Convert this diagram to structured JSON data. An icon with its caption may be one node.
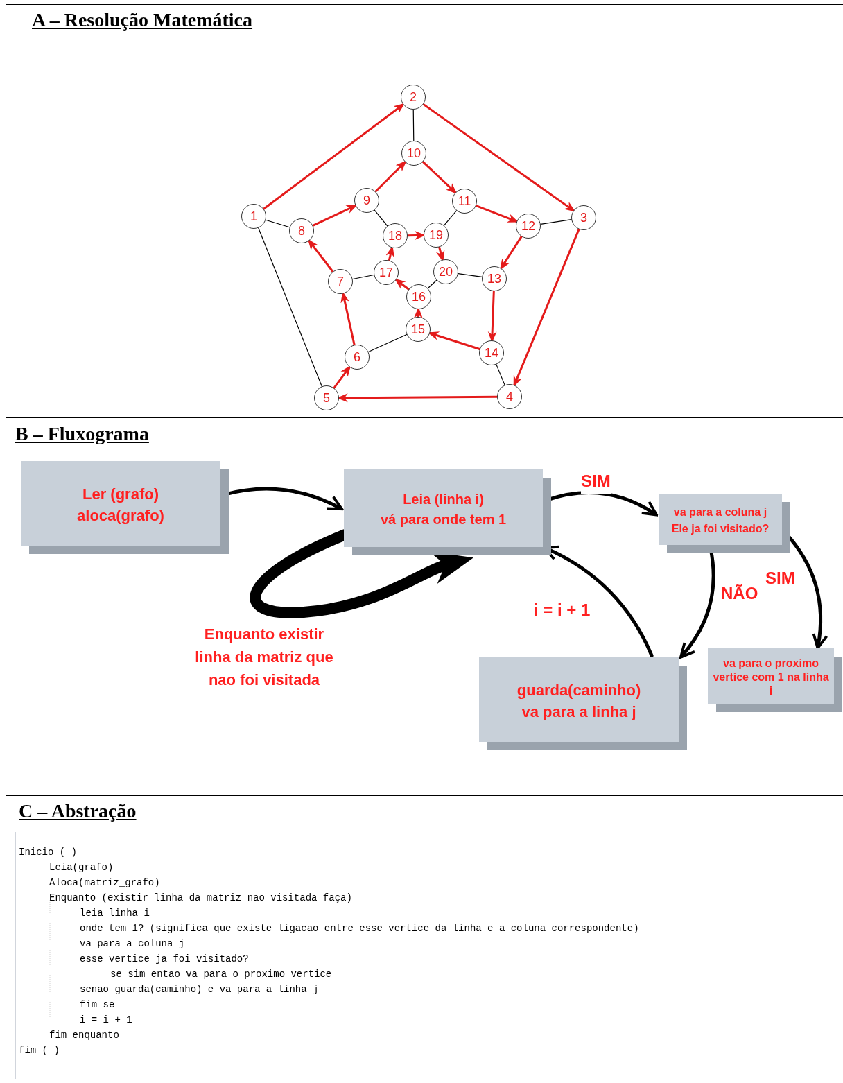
{
  "diagram": {
    "nodes": [
      {
        "text": [
          "1"
        ]
      },
      {
        "text": [
          "2"
        ]
      },
      {
        "text": [
          "3"
        ]
      },
      {
        "text": [
          "4"
        ]
      },
      {
        "text": [
          "5"
        ]
      },
      {
        "text": [
          "6"
        ]
      },
      {
        "text": [
          "7"
        ]
      },
      {
        "text": [
          "8"
        ]
      },
      {
        "text": [
          "9"
        ]
      },
      {
        "text": [
          "10"
        ]
      },
      {
        "text": [
          "11"
        ]
      },
      {
        "text": [
          "12"
        ]
      },
      {
        "text": [
          "13"
        ]
      },
      {
        "text": [
          "14"
        ]
      },
      {
        "text": [
          "15"
        ]
      },
      {
        "text": [
          "16"
        ]
      },
      {
        "text": [
          "17"
        ]
      },
      {
        "text": [
          "18"
        ]
      },
      {
        "text": [
          "19"
        ]
      },
      {
        "text": [
          "20"
        ]
      },
      {
        "text": [
          "Ler (grafo)",
          "aloca(grafo)"
        ]
      },
      {
        "text": [
          "Leia (linha i)",
          "vá para onde tem 1"
        ]
      },
      {
        "text": [
          "va para a coluna j",
          "Ele ja foi visitado?"
        ]
      },
      {
        "text": [
          "guarda(caminho)",
          "va para a linha j"
        ]
      },
      {
        "text": [
          "va para o proximo vertice com 1 na linha i"
        ]
      }
    ],
    "edges": [
      {
        "from": 0,
        "to": 1,
        "arrow": "to"
      },
      {
        "from": 1,
        "to": 2,
        "arrow": "to"
      },
      {
        "from": 2,
        "to": 3,
        "arrow": "to"
      },
      {
        "from": 3,
        "to": 4,
        "arrow": "to"
      },
      {
        "from": 4,
        "to": 5,
        "arrow": "to"
      },
      {
        "from": 5,
        "to": 6,
        "arrow": "to"
      },
      {
        "from": 6,
        "to": 7,
        "arrow": "to"
      },
      {
        "from": 7,
        "to": 8,
        "arrow": "to"
      },
      {
        "from": 8,
        "to": 9,
        "arrow": "to"
      },
      {
        "from": 9,
        "to": 10,
        "arrow": "to"
      },
      {
        "from": 10,
        "to": 11,
        "arrow": "to"
      },
      {
        "from": 11,
        "to": 12,
        "arrow": "to"
      },
      {
        "from": 12,
        "to": 13,
        "arrow": "to"
      },
      {
        "from": 13,
        "to": 14,
        "arrow": "to"
      },
      {
        "from": 14,
        "to": 15,
        "arrow": "to"
      },
      {
        "from": 15,
        "to": 16,
        "arrow": "to"
      },
      {
        "from": 16,
        "to": 17,
        "arrow": "to"
      },
      {
        "from": 17,
        "to": 18,
        "arrow": "to"
      },
      {
        "from": 18,
        "to": 19,
        "arrow": "to"
      },
      {
        "from": 0,
        "to": 4,
        "arrow": "none",
        "color": "#000000"
      },
      {
        "from": 0,
        "to": 7,
        "arrow": "none",
        "color": "#000000"
      },
      {
        "from": 1,
        "to": 9,
        "arrow": "none",
        "color": "#000000"
      },
      {
        "from": 2,
        "to": 11,
        "arrow": "none",
        "color": "#000000"
      },
      {
        "from": 3,
        "to": 13,
        "arrow": "none",
        "color": "#000000"
      },
      {
        "from": 5,
        "to": 14,
        "arrow": "none",
        "color": "#000000"
      },
      {
        "from": 8,
        "to": 17,
        "arrow": "none",
        "color": "#000000"
      },
      {
        "from": 10,
        "to": 18,
        "arrow": "none",
        "color": "#000000"
      },
      {
        "from": 6,
        "to": 16,
        "arrow": "none",
        "color": "#000000"
      },
      {
        "from": 12,
        "to": 19,
        "arrow": "none",
        "color": "#000000"
      },
      {
        "from": 15,
        "to": 19,
        "arrow": "none",
        "color": "#000000"
      },
      {
        "from": 20,
        "to": 21,
        "arrow": "to",
        "color": "#000000"
      },
      {
        "from": 21,
        "to": 22,
        "arrow": "to",
        "label": "SIM",
        "color": "#000000"
      },
      {
        "from": 22,
        "to": 23,
        "arrow": "to",
        "label": "NÃO",
        "color": "#000000"
      },
      {
        "from": 22,
        "to": 24,
        "arrow": "to",
        "label": "SIM",
        "color": "#000000"
      },
      {
        "from": 23,
        "to": 21,
        "arrow": "to",
        "label": "i = i + 1",
        "color": "#000000"
      },
      {
        "from": 21,
        "to": 21,
        "arrow": "to",
        "label": "Enquanto existir linha da matriz que nao foi visitada",
        "style": "thick",
        "color": "#000000"
      }
    ],
    "labels": [
      "A – Resolução Matemática",
      "B – Fluxograma",
      "C – Abstração",
      "Inicio ( )",
      "Leia(grafo)",
      "Aloca(matriz_grafo)",
      "Enquanto (existir linha da matriz nao visitada faça)",
      "leia linha i",
      "onde tem 1? (significa que existe ligacao entre esse vertice da linha e a coluna correspondente)",
      "va para a coluna j",
      "esse vertice ja foi visitado?",
      "se sim entao va para o proximo vertice",
      "senao guarda(caminho) e va para a linha j",
      "fim se",
      "i = i + 1",
      "fim enquanto",
      "fim ( )"
    ]
  }
}
